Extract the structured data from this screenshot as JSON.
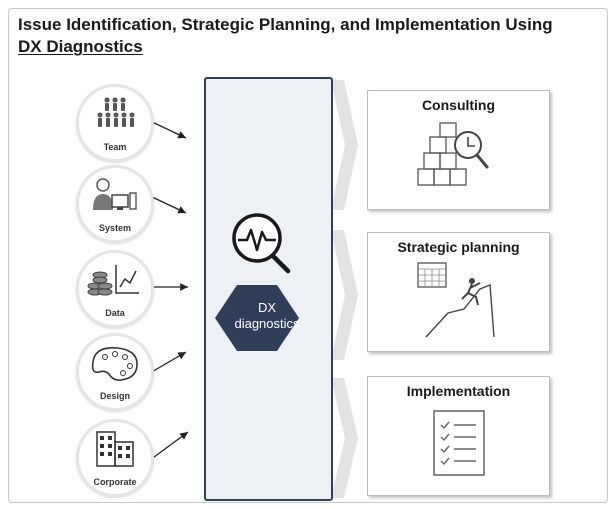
{
  "title": {
    "line1": "Issue Identification, Strategic Planning, and Implementation Using",
    "line2": "DX Diagnostics"
  },
  "inputs": [
    {
      "label": "Team",
      "icon": "team-icon"
    },
    {
      "label": "System",
      "icon": "system-icon"
    },
    {
      "label": "Data",
      "icon": "data-icon"
    },
    {
      "label": "Design",
      "icon": "design-icon"
    },
    {
      "label": "Corporate",
      "icon": "corporate-icon"
    }
  ],
  "center": {
    "hex_line1": "DX",
    "hex_line2": "diagnostics",
    "icon": "diagnostics-magnifier-icon"
  },
  "outputs": [
    {
      "label": "Consulting",
      "icon": "consulting-icon"
    },
    {
      "label": "Strategic planning",
      "icon": "strategic-planning-icon"
    },
    {
      "label": "Implementation",
      "icon": "implementation-checklist-icon"
    }
  ],
  "colors": {
    "hexagon": "#2f3f5a",
    "column_bg": "#edf0f5",
    "arrow_gray": "#e3e3e3",
    "icon_gray": "#6b6b6b"
  }
}
